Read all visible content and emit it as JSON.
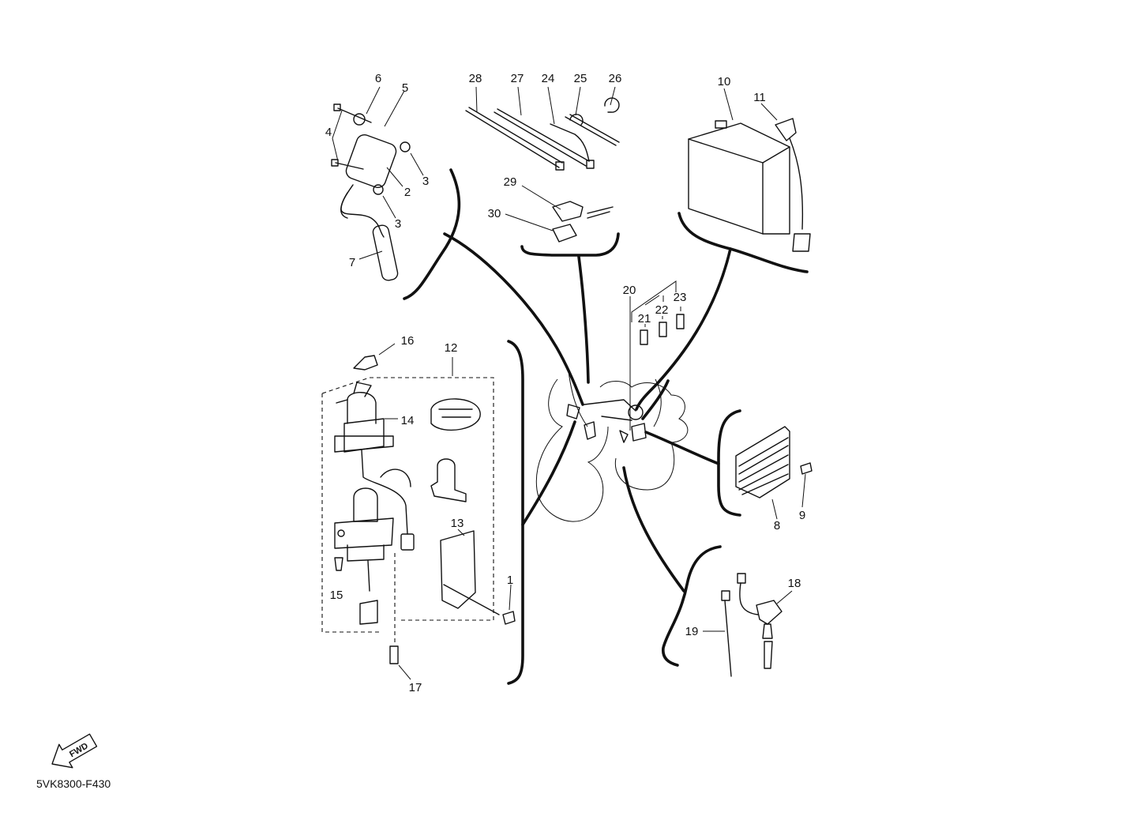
{
  "labels": {
    "p1": "1",
    "p2": "2",
    "p3a": "3",
    "p3b": "3",
    "p4": "4",
    "p5": "5",
    "p6": "6",
    "p7": "7",
    "p8": "8",
    "p9": "9",
    "p10": "10",
    "p11": "11",
    "p12": "12",
    "p13": "13",
    "p14": "14",
    "p15": "15",
    "p16": "16",
    "p17": "17",
    "p18": "18",
    "p19": "19",
    "p20": "20",
    "p21": "21",
    "p22": "22",
    "p23": "23",
    "p24": "24",
    "p25": "25",
    "p26": "26",
    "p27": "27",
    "p28": "28",
    "p29": "29",
    "p30": "30"
  },
  "fwd_label": "FWD",
  "diagram_code": "5VK8300-F430",
  "icons": [
    "fwd-arrow-icon"
  ]
}
